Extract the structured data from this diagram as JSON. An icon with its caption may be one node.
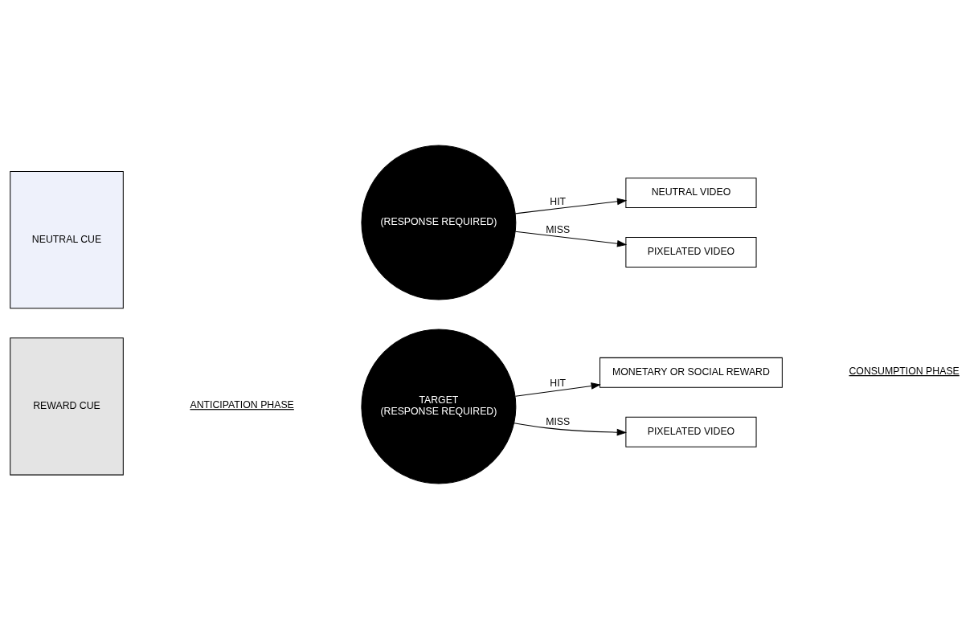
{
  "diagram": {
    "nodes": [
      {
        "text": [
          "REWARD CUE"
        ]
      },
      {
        "text": [
          "NEUTRAL CUE"
        ]
      },
      {
        "text": [
          "TARGET",
          "(RESPONSE REQUIRED)"
        ]
      },
      {
        "text": [
          "MONETARY OR SOCIAL REWARD"
        ]
      },
      {
        "text": [
          "PIXELATED VIDEO"
        ]
      },
      {
        "text": [
          "(RESPONSE REQUIRED)"
        ]
      },
      {
        "text": [
          "NEUTRAL VIDEO"
        ]
      },
      {
        "text": [
          "PIXELATED VIDEO"
        ]
      }
    ],
    "edges": [
      {
        "from": 2,
        "to": 3,
        "label": "HIT",
        "arrow": "to"
      },
      {
        "from": 2,
        "to": 4,
        "label": "MISS",
        "arrow": "to"
      },
      {
        "from": 5,
        "to": 6,
        "label": "HIT",
        "arrow": "to"
      },
      {
        "from": 5,
        "to": 7,
        "label": "MISS",
        "arrow": "to"
      }
    ],
    "labels": [
      "ANTICIPATION PHASE",
      "CONSUMPTION PHASE"
    ]
  }
}
